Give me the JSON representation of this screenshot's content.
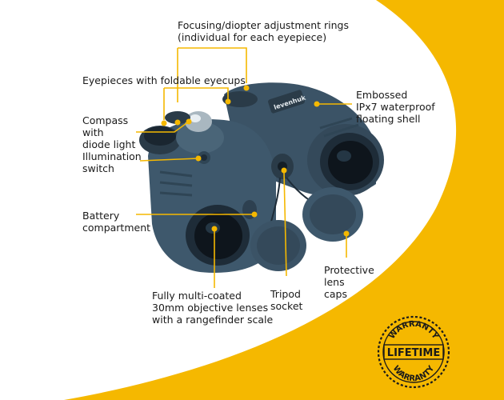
{
  "brand_color": "#F5B800",
  "product": {
    "body_color": "#3B5366",
    "dark_color": "#1E2C38",
    "brand_text": "levenhuk"
  },
  "labels": {
    "focusing": "Focusing/diopter adjustment rings\n(individual for each eyepiece)",
    "eyepieces": "Eyepieces with foldable eyecups",
    "compass": "Compass\nwith\ndiode light",
    "illumination": "Illumination\nswitch",
    "battery": "Battery\ncompartment",
    "shell": "Embossed\nIPx7 waterproof\nfloating shell",
    "objective": "Fully multi-coated\n30mm objective lenses\nwith a rangefinder scale",
    "tripod": "Tripod\nsocket",
    "caps": "Protective\nlens\ncaps"
  },
  "badge": {
    "top": "WARRANTY",
    "middle": "LIFETIME",
    "bottom": "WARRANTY"
  }
}
